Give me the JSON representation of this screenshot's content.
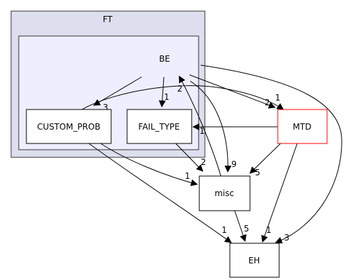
{
  "clusters": {
    "outer_label": "FT",
    "inner_label": "BE"
  },
  "nodes": {
    "custom_prob": "CUSTOM_PROB",
    "fail_type": "FAIL_TYPE",
    "mtd": "MTD",
    "misc": "misc",
    "eh": "EH"
  },
  "edges": {
    "be_custom_prob": "3",
    "be_fail_type": "1",
    "custom_prob_mtd": "1",
    "be_mtd": "2",
    "mtd_fail_type": "1",
    "misc_be": "2",
    "fail_type_misc": "2",
    "custom_prob_misc": "1",
    "be_misc": "9",
    "mtd_misc": "5",
    "custom_prob_eh": "1",
    "misc_eh": "5",
    "mtd_eh": "1",
    "be_eh": "3"
  },
  "colors": {
    "outer_fill": "#dddeee",
    "inner_fill": "#eeeeff",
    "cluster_border": "#333333",
    "node_border": "#000000",
    "mtd_border": "#ff0000",
    "edge": "#000000"
  }
}
